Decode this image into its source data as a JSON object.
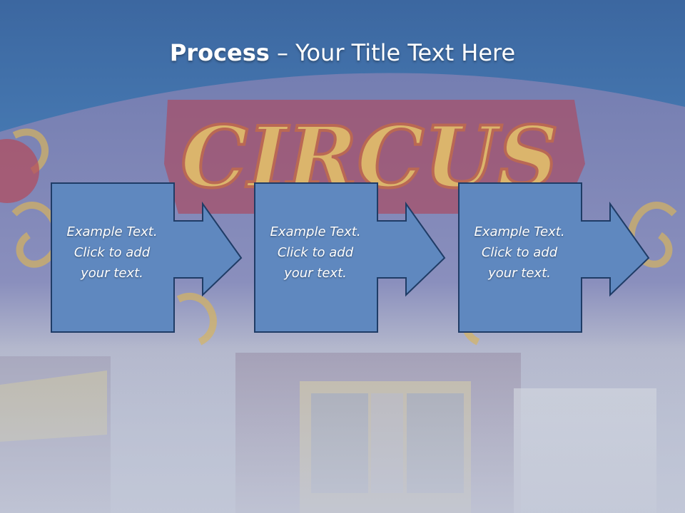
{
  "slide": {
    "title_bold": "Process",
    "title_rest": " – Your Title Text Here",
    "background_sign_text": "CIRCUS"
  },
  "steps": [
    {
      "line1": "Example Text.",
      "line2": "Click  to add",
      "line3": "your text."
    },
    {
      "line1": "Example Text.",
      "line2": "Click  to add",
      "line3": "your text."
    },
    {
      "line1": "Example Text.",
      "line2": "Click  to add",
      "line3": "your text."
    }
  ],
  "colors": {
    "header_blue": "#3f6ea6",
    "step_fill": "#5f88bf",
    "step_stroke": "#1f3c66",
    "title_text": "#ffffff"
  }
}
